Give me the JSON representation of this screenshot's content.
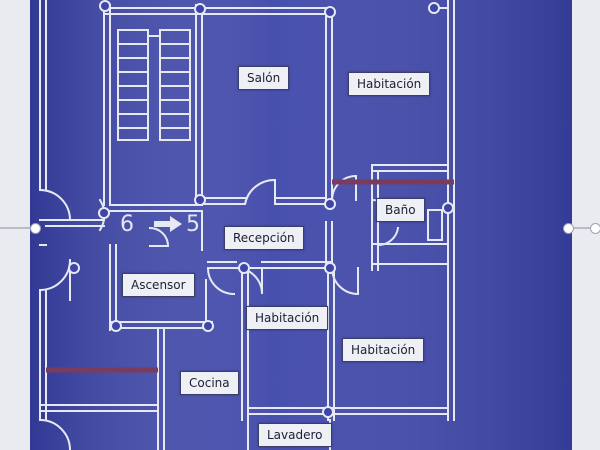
{
  "colors": {
    "plan_background": "#3c45a8",
    "wall_color": "#e7e9f2",
    "accent_wall": "#7a3c5c",
    "label_background": "#eef0f6"
  },
  "stair_numbers": {
    "left": "6",
    "right": "5",
    "arrow": "arrow-right-icon"
  },
  "rooms": {
    "salon": "Salón",
    "habitacion_top": "Habitación",
    "bano": "Baño",
    "recepcion": "Recepción",
    "ascensor": "Ascensor",
    "habitacion_center": "Habitación",
    "habitacion_right": "Habitación",
    "cocina": "Cocina",
    "lavadero": "Lavadero"
  }
}
